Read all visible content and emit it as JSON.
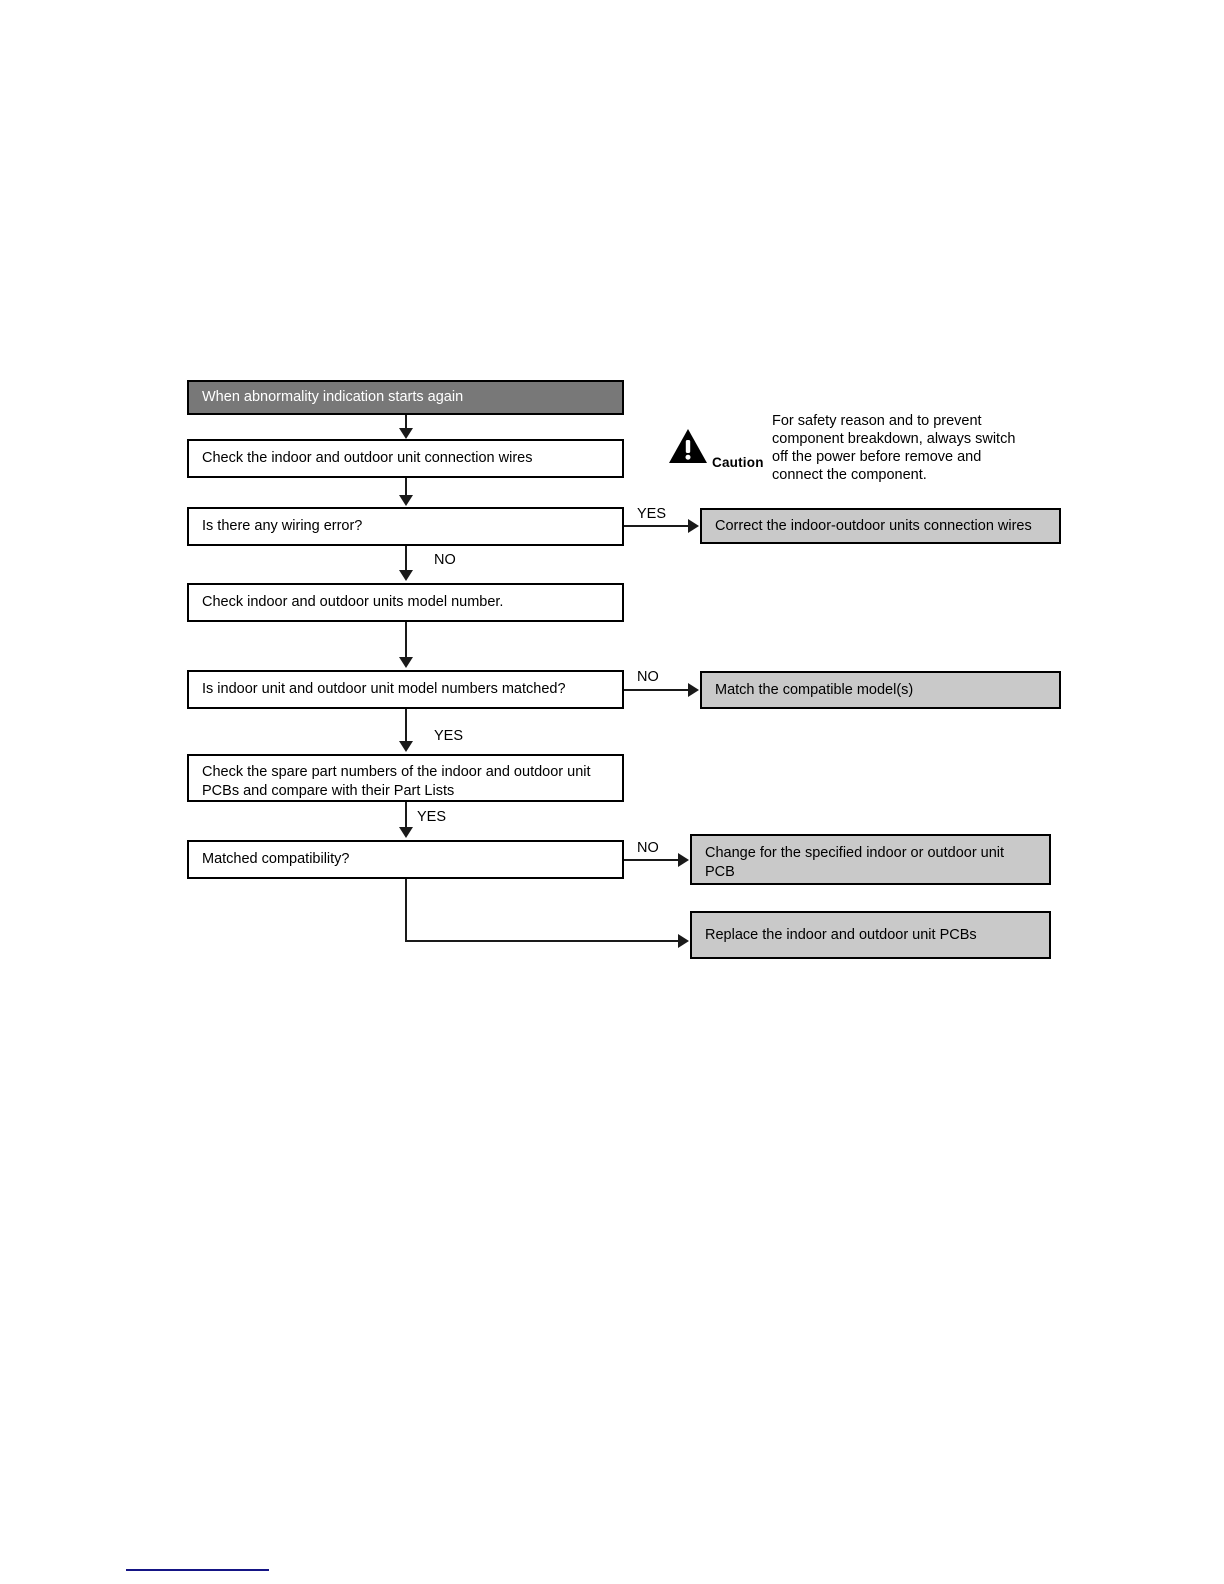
{
  "diagram": {
    "title": "When abnormality indication starts again",
    "nodes": [
      {
        "id": "start",
        "label": "When abnormality indication starts again"
      },
      {
        "id": "check-wires",
        "label": "Check the indoor and outdoor unit connection wires"
      },
      {
        "id": "wiring-error",
        "label": "Is there any wiring error?"
      },
      {
        "id": "check-model",
        "label": "Check indoor and outdoor units model number."
      },
      {
        "id": "model-match",
        "label": "Is indoor unit and outdoor unit model numbers matched?"
      },
      {
        "id": "check-parts",
        "label": "Check the spare part numbers of the indoor and outdoor unit\nPCBs and compare with their Part Lists"
      },
      {
        "id": "compat",
        "label": "Matched compatibility?"
      }
    ],
    "results": [
      {
        "id": "correct-wires",
        "label": "Correct the indoor-outdoor units connection wires"
      },
      {
        "id": "match-models",
        "label": "Match the compatible model(s)"
      },
      {
        "id": "change-pcb",
        "label": "Change for the specified indoor or outdoor unit\nPCB"
      },
      {
        "id": "replace-pcbs",
        "label": "Replace the indoor and outdoor unit PCBs"
      }
    ],
    "edge_labels": {
      "wiring_yes": "YES",
      "wiring_no": "NO",
      "model_no": "NO",
      "model_yes": "YES",
      "parts_yes": "YES",
      "compat_no": "NO"
    }
  },
  "caution": {
    "icon": "warning-triangle-icon",
    "word": "Caution",
    "text": "For safety reason and to prevent\ncomponent breakdown, always switch\noff the power before remove and\nconnect the component."
  },
  "colors": {
    "header_fill": "#787878",
    "result_fill": "#c9c9c9",
    "node_border": "#000000",
    "connector": "#1a1a1a",
    "footer_rule": "#151585"
  }
}
